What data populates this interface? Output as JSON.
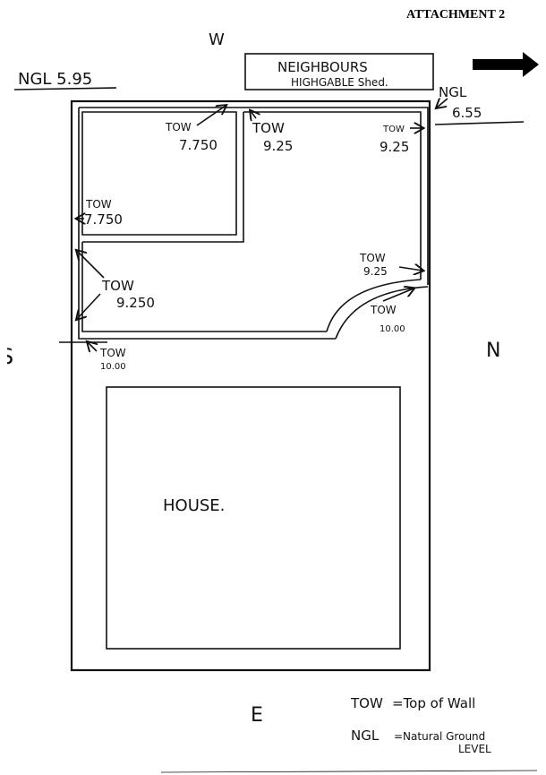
{
  "attachment": "ATTACHMENT 2",
  "compass": {
    "west": "W",
    "south": "S",
    "north": "N",
    "east": "E"
  },
  "ngl_west": "NGL 5.95",
  "ngl_east_label": "NGL",
  "ngl_east_value": "6.55",
  "neighbours_line1": "NEIGHBOURS",
  "neighbours_line2": "HIGHGABLE Shed.",
  "house": "HOUSE.",
  "tow_label": "TOW",
  "tow_values": {
    "a": "7.750",
    "b": "9.25",
    "c": "9.25",
    "d": "7.750",
    "e": "9.250",
    "f": "9.25",
    "g": "10.00",
    "h": "10.00"
  },
  "legend": {
    "tow_abbr": "TOW",
    "tow_def": "=Top of Wall",
    "ngl_abbr": "NGL",
    "ngl_def_line1": "=Natural Ground",
    "ngl_def_line2": "LEVEL"
  }
}
